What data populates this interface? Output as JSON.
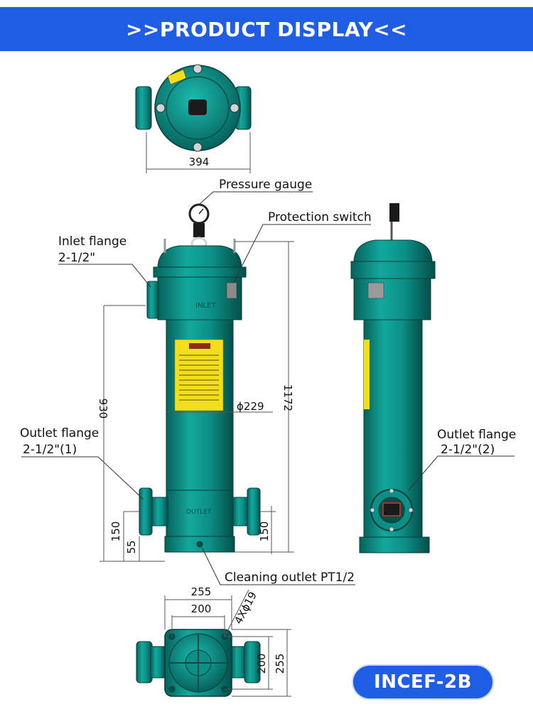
{
  "header": {
    "title": ">>PRODUCT DISPLAY<<"
  },
  "top_view": {
    "width_dim": "394"
  },
  "front_view": {
    "pressure_gauge": "Pressure gauge",
    "protection_switch": "Protection switch",
    "inlet_flange_line1": "Inlet flange",
    "inlet_flange_line2": "2-1/2\"",
    "inlet_text": "INLET",
    "outlet_text": "OUTLET",
    "outlet_flange_line1": "Outlet flange",
    "outlet_flange_line2": "2-1/2\"(1)",
    "dim_height_total": "1172",
    "dim_inlet_height": "930",
    "dim_diameter": "ϕ229",
    "dim_outlet_left": "150",
    "dim_base": "55",
    "dim_outlet_right": "150",
    "cleaning_outlet": "Cleaning outlet PT1/2"
  },
  "side_view": {
    "outlet_flange_line1": "Outlet flange",
    "outlet_flange_line2": "2-1/2\"(2)"
  },
  "bottom_view": {
    "dim_outer": "255",
    "dim_inner": "200",
    "dim_holes": "4Xϕ19",
    "dim_side_inner": "200",
    "dim_side_outer": "255"
  },
  "model": {
    "name": "INCEF-2B"
  },
  "colors": {
    "banner": "#1f5de5",
    "body": "#0b8f86",
    "body_dark": "#06625c",
    "label_yellow": "#f3de1c"
  }
}
